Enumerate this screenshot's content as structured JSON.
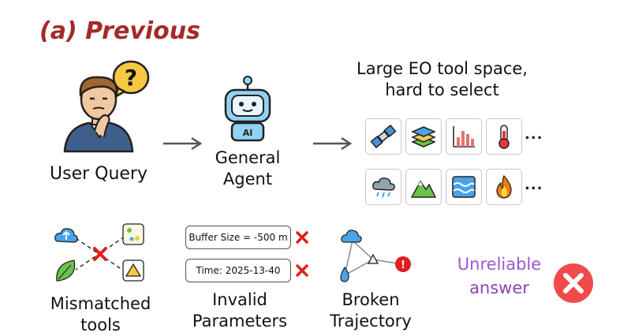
{
  "title": "(a) Previous",
  "user": {
    "label": "User Query",
    "bubble": "?"
  },
  "agent": {
    "label_line1": "General",
    "label_line2": "Agent",
    "badge": "AI"
  },
  "toolspace": {
    "line1": "Large EO tool space,",
    "line2": "hard to select",
    "ellipsis": "..."
  },
  "issues": {
    "mismatched": {
      "line1": "Mismatched",
      "line2": "tools"
    },
    "invalid": {
      "line1": "Invalid",
      "line2": "Parameters",
      "param1": "Buffer Size = -500 m",
      "param2": "Time: 2025-13-40"
    },
    "broken": {
      "line1": "Broken",
      "line2": "Trajectory",
      "alert": "!"
    }
  },
  "result": {
    "line1": "Unreliable",
    "line2": "answer"
  },
  "colors": {
    "title": "#a52a2a",
    "error": "#e02020",
    "cloud": "#4aa3e8",
    "leaf": "#6cc24a"
  }
}
